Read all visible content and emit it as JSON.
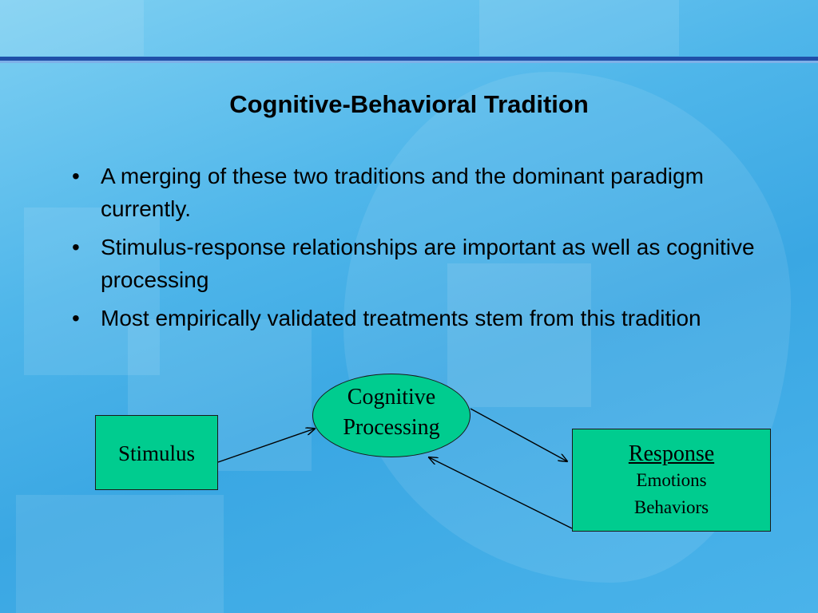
{
  "slide": {
    "title": "Cognitive-Behavioral Tradition",
    "bullet_glyph": "•",
    "bullets": [
      "A merging of these two traditions and the dominant paradigm currently.",
      "Stimulus-response relationships are important as well as cognitive processing",
      "Most empirically validated treatments stem from this tradition"
    ]
  },
  "diagram": {
    "stimulus": "Stimulus",
    "processing": [
      "Cognitive",
      "Processing"
    ],
    "response": {
      "title": "Response",
      "lines": [
        "Emotions",
        "Behaviors"
      ]
    },
    "colors": {
      "box_fill": "#00cc8f",
      "title_rule": "#1f4fa8",
      "background": "#4fb6ea"
    }
  }
}
